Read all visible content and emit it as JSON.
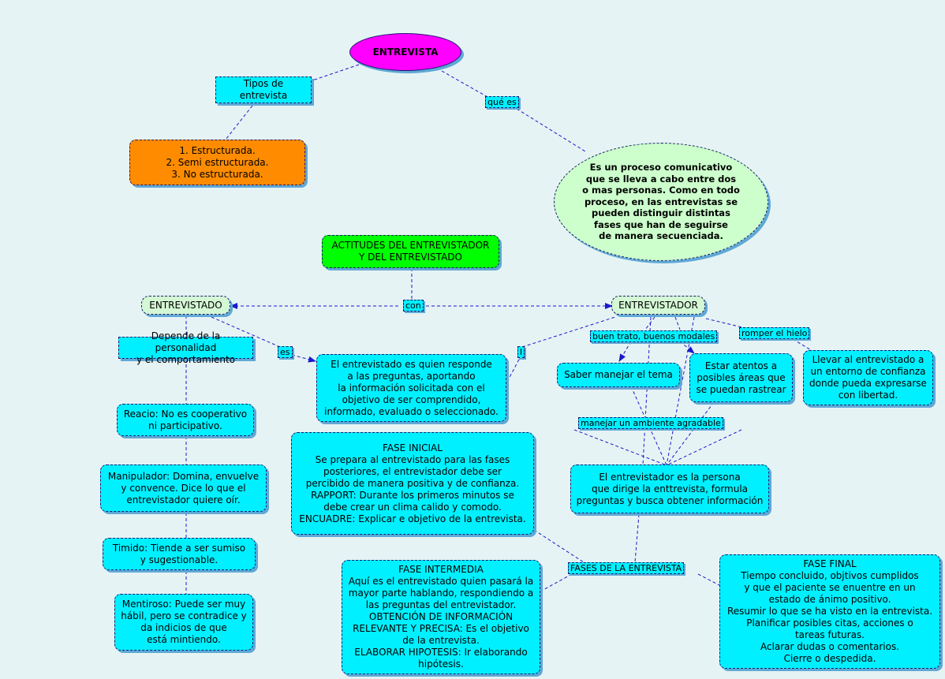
{
  "nodes": {
    "entrevista": "ENTREVISTA",
    "tipos": "Tipos de entrevista",
    "tipos_list": "1. Estructurada.\n2. Semi estructurada.\n3. No estructurada.",
    "definicion": "Es un proceso comunicativo\nque se lleva a cabo entre dos\no mas personas. Como en todo\nproceso, en las entrevistas se\npueden distinguir distintas\nfases que han de seguirse\nde manera secuenciada.",
    "actitudes": "ACTITUDES DEL ENTREVISTADOR\nY DEL ENTREVISTADO",
    "entrevistado": "ENTREVISTADO",
    "entrevistador": "ENTREVISTADOR",
    "depende": "Depende de la personalidad\ny el comportamiento",
    "entrevistado_def": "El entrevistado es quien responde\na las preguntas, aportando\nla información solicitada con el\nobjetivo de ser comprendido,\ninformado, evaluado o seleccionado.",
    "reacio": "Reacio: No es cooperativo\nni participativo.",
    "manipulador": "Manipulador: Domina, envuelve\ny convence. Dice lo que el\nentrevistador quiere oír.",
    "timido": "Timido: Tiende a ser sumiso\ny sugestionable.",
    "mentiroso": "Mentiroso: Puede ser muy\nhábil, pero se contradice y\nda indicios de que\nestá mintiendo.",
    "fase_inicial": "FASE INICIAL\nSe prepara al entrevistado para las fases\nposteriores, el entrevistador debe ser\npercibido de manera positiva y de confianza.\nRAPPORT: Durante los primeros minutos se\ndebe crear un clima calido y comodo.\nENCUADRE: Explicar e objetivo de la entrevista.",
    "fase_intermedia": "FASE INTERMEDIA\nAquí es el entrevistado quien pasará la\nmayor parte hablando, respondiendo a\nlas preguntas del entrevistador.\nOBTENCIÓN DE INFORMACIÓN\nRELEVANTE Y PRECISA: Es el objetivo\nde la entrevista.\nELABORAR HIPOTESIS: Ir elaborando\nhipótesis.",
    "fase_final": "FASE FINAL\nTiempo concluido, objtivos cumplidos\ny que el paciente se enuentre en un\nestado de ánimo positivo.\nResumir lo que se ha visto en la entrevista.\nPlanificar posibles citas, acciones o\ntareas futuras.\nAclarar dudas o comentarios.\nCierre o despedida.",
    "saber": "Saber manejar el tema",
    "atentos": "Estar atentos a\nposibles áreas que\nse puedan rastrear",
    "llevar": "Llevar al entrevistado a\nun entorno de confianza\ndonde pueda expresarse\ncon libertad.",
    "entrevistador_def": "El entrevistador es la persona\nque dirige la enttrevista, formula\npreguntas y busca obtener información"
  },
  "links": {
    "que_es": "qué es",
    "con": "con",
    "es": "es",
    "l": "l",
    "buen_trato": "buen trato, buenos modales",
    "romper": "romper el hielo",
    "manejar": "manejar un ambiente agradable",
    "fases": "FASES DE LA ENTREVISTA"
  },
  "colors": {
    "cyan": "#00f0ff",
    "magenta": "#ff00ff",
    "pale_green": "#ccffcc",
    "green": "#00ff00",
    "orange": "#ff8c00",
    "background": "#e6f3f4",
    "line": "#1a1acc"
  }
}
